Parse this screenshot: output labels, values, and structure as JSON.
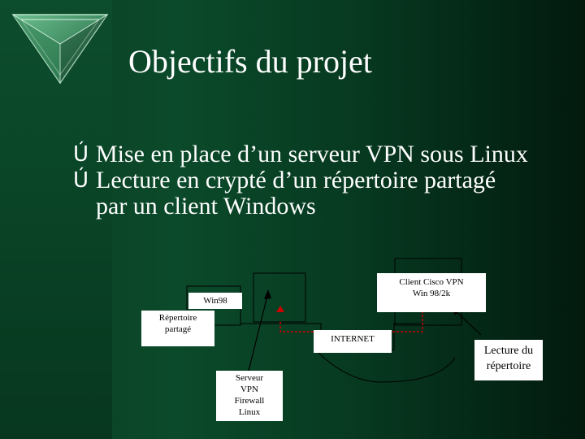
{
  "slide": {
    "title": "Objectifs du projet",
    "bullet_glyph": "Ú",
    "bullets": [
      "Mise en place d’un serveur VPN sous Linux",
      "Lecture en crypté d’un répertoire partagé par un client Windows"
    ]
  },
  "diagram": {
    "win98_label": "Win98",
    "shared_folder_lines": [
      "Répertoire",
      "partagé"
    ],
    "client_lines": [
      "Client Cisco VPN",
      "Win 98/2k"
    ],
    "internet_label": "INTERNET",
    "server_lines": [
      "Serveur",
      "VPN",
      "Firewall",
      "Linux"
    ],
    "reading_lines": [
      "Lecture du",
      "répertoire"
    ],
    "arrow_color": "#cc0000"
  }
}
